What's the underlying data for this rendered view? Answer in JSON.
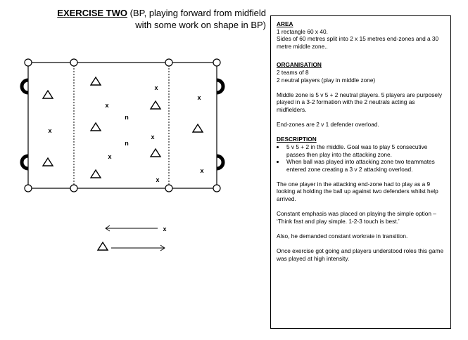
{
  "title": {
    "exercise": "EXERCISE TWO",
    "line1_rest": " (BP, playing forward from midfield",
    "line2": "with some work on shape in BP)"
  },
  "diagram": {
    "player_x": "x",
    "neutral_n": "n",
    "legend_x": "x"
  },
  "panel": {
    "area": {
      "heading": "AREA",
      "lines": [
        "1 rectangle 60 x 40.",
        "Sides of 60 metres  split into 2 x 15 metres end-zones and a 30 metre middle zone.."
      ]
    },
    "organisation": {
      "heading": "ORGANISATION",
      "lines": [
        "2 teams of 8",
        "2 neutral players (play in middle zone)"
      ],
      "para1": "Middle zone is 5 v 5 + 2 neutral players. 5 players are purposely played in a 3-2 formation with the 2 neutrals acting as midfielders.",
      "para2": "End-zones are 2 v 1 defender overload."
    },
    "description": {
      "heading": "DESCRIPTION",
      "bullets": [
        "5 v 5 + 2 in the middle. Goal was to play 5 consecutive passes then play into the attacking zone.",
        "When ball was played into attacking zone two teammates entered zone creating a 3 v 2 attacking overload."
      ],
      "paras": [
        "The one player in the attacking end-zone had to play as a 9 looking at holding the ball up against two defenders whilst help arrived.",
        "Constant emphasis was placed on playing the simple option – ‘Think fast and play simple. 1-2-3 touch is best.’",
        "Also, he demanded constant workrate in transition.",
        "Once exercise got going and players understood roles this game was played at high intensity."
      ]
    }
  }
}
